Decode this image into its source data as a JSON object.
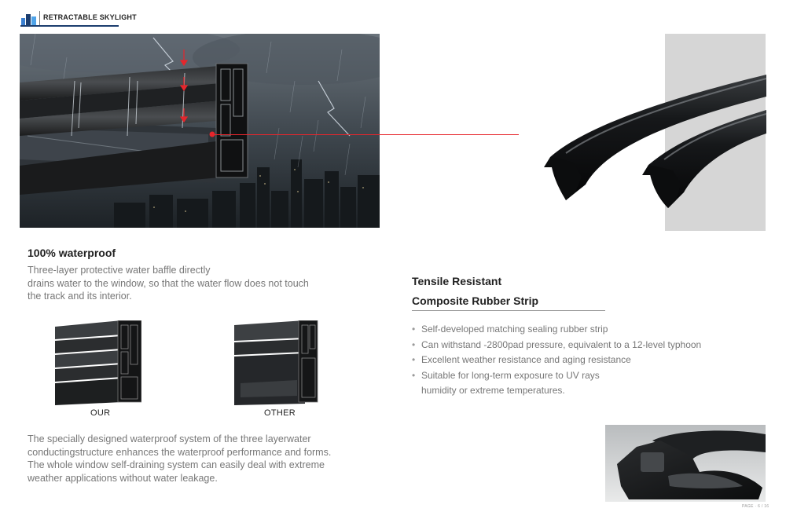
{
  "header": {
    "brand": "RETRACTABLE SKYLIGHT"
  },
  "waterproof": {
    "title": "100% waterproof",
    "lines": [
      "Three-layer protective water baffle directly",
      "drains water to the window, so that the water flow does not touch",
      "the track and its interior."
    ]
  },
  "comparison": {
    "our_label": "OUR",
    "other_label": "OTHER"
  },
  "bottom_text": {
    "lines": [
      "The specially designed waterproof system of the three layerwater",
      "conductingstructure enhances the waterproof performance and forms.",
      "The whole window self-draining system can easily deal with extreme",
      "weather applications without water leakage."
    ]
  },
  "tensile": {
    "title_line1": "Tensile Resistant",
    "title_line2": "Composite Rubber Strip",
    "bullets": [
      "Self-developed matching sealing rubber strip",
      "Can withstand -2800pad pressure, equivalent to a 12-level typhoon",
      "Excellent weather resistance and aging resistance",
      "Suitable for long-term exposure to UV rays"
    ],
    "bullet_continuation": "humidity or extreme temperatures."
  },
  "colors": {
    "accent_red": "#e6262c",
    "brand_blue": "#1c3d6e"
  },
  "icons": [
    "logo-icon",
    "down-arrow-icon"
  ]
}
